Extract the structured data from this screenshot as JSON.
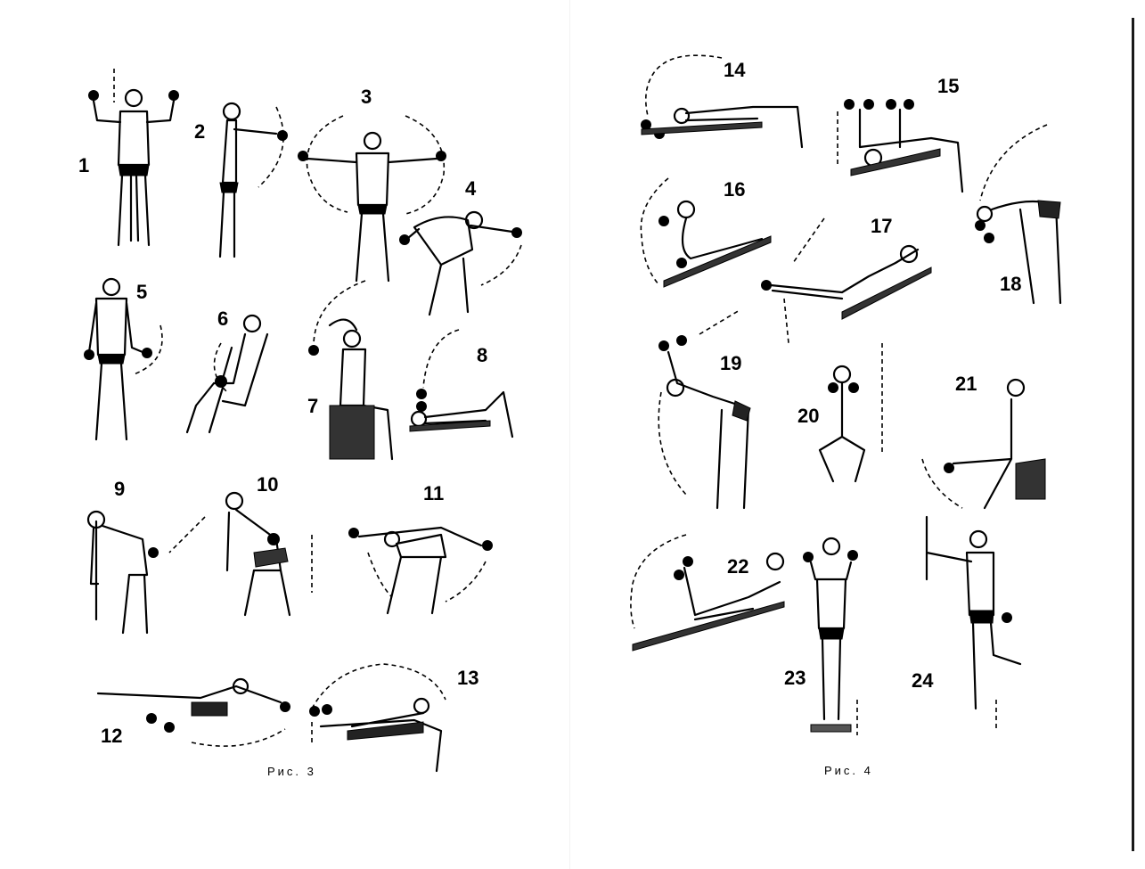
{
  "pages": {
    "left": {
      "caption": "Рис. 3",
      "exercises": [
        {
          "number": "1",
          "icon": "front-press-figure"
        },
        {
          "number": "2",
          "icon": "front-raise-figure"
        },
        {
          "number": "3",
          "icon": "lateral-raise-figure"
        },
        {
          "number": "4",
          "icon": "bent-over-raise-figure"
        },
        {
          "number": "5",
          "icon": "biceps-curl-figure"
        },
        {
          "number": "6",
          "icon": "incline-curl-figure"
        },
        {
          "number": "7",
          "icon": "seated-triceps-extension-figure"
        },
        {
          "number": "8",
          "icon": "lying-extension-figure"
        },
        {
          "number": "9",
          "icon": "one-arm-row-figure"
        },
        {
          "number": "10",
          "icon": "supported-row-figure"
        },
        {
          "number": "11",
          "icon": "bent-fly-figure"
        },
        {
          "number": "12",
          "icon": "prone-fly-figure"
        },
        {
          "number": "13",
          "icon": "bench-pullover-figure"
        }
      ]
    },
    "right": {
      "caption": "Рис. 4",
      "exercises": [
        {
          "number": "14",
          "icon": "lying-pullover-figure"
        },
        {
          "number": "15",
          "icon": "bench-press-figure"
        },
        {
          "number": "16",
          "icon": "sit-up-figure"
        },
        {
          "number": "17",
          "icon": "leg-raise-figure"
        },
        {
          "number": "18",
          "icon": "bent-press-figure"
        },
        {
          "number": "19",
          "icon": "back-bend-figure"
        },
        {
          "number": "20",
          "icon": "squat-figure"
        },
        {
          "number": "21",
          "icon": "seated-leg-raise-figure"
        },
        {
          "number": "22",
          "icon": "incline-leg-raise-figure"
        },
        {
          "number": "23",
          "icon": "calf-raise-figure"
        },
        {
          "number": "24",
          "icon": "one-leg-calf-raise-figure"
        }
      ]
    }
  }
}
